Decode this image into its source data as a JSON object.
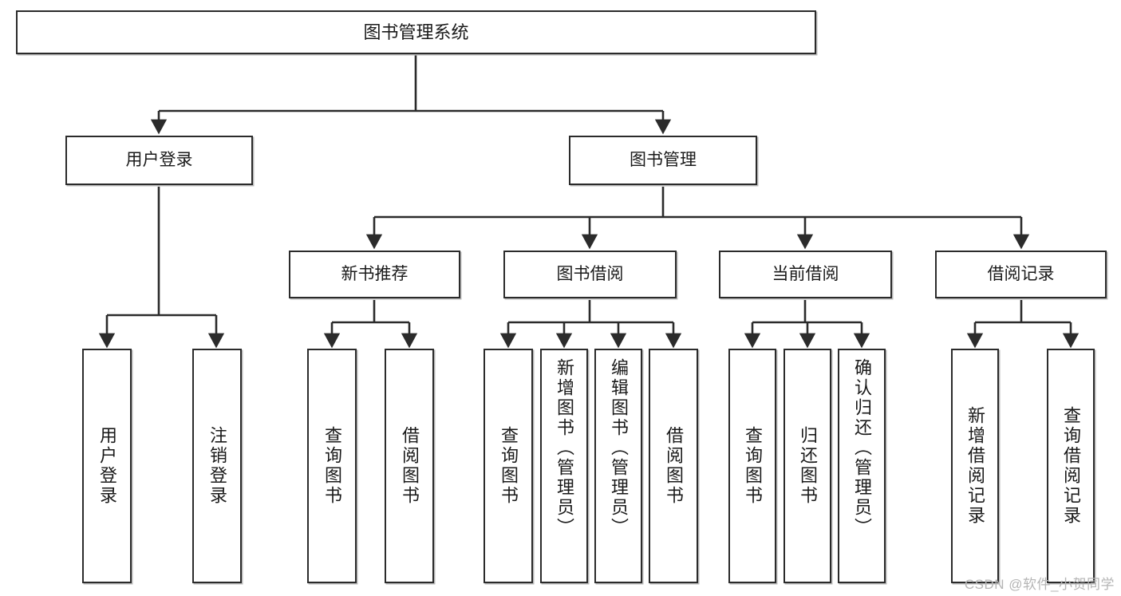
{
  "diagram": {
    "title": "图书管理系统",
    "watermark": "CSDN @软件_小贺同学",
    "colors": {
      "node_border": "#2b2b2b",
      "node_fill": "#ffffff",
      "edge": "#2b2b2b",
      "text": "#1a1a1a",
      "watermark": "#b5b5b5"
    },
    "levels": {
      "root": "图书管理系统",
      "level2": [
        "用户登录",
        "图书管理"
      ],
      "level3": [
        "新书推荐",
        "图书借阅",
        "当前借阅",
        "借阅记录"
      ]
    }
  },
  "chart_data": {
    "type": "tree",
    "title": "图书管理系统",
    "orientation": "top-down",
    "nodes": [
      {
        "id": "n0",
        "label": "图书管理系统",
        "level": 0,
        "parent": null,
        "orientation": "horizontal"
      },
      {
        "id": "n1",
        "label": "用户登录",
        "level": 1,
        "parent": "n0",
        "orientation": "horizontal"
      },
      {
        "id": "n2",
        "label": "图书管理",
        "level": 1,
        "parent": "n0",
        "orientation": "horizontal"
      },
      {
        "id": "n3",
        "label": "新书推荐",
        "level": 2,
        "parent": "n2",
        "orientation": "horizontal"
      },
      {
        "id": "n4",
        "label": "图书借阅",
        "level": 2,
        "parent": "n2",
        "orientation": "horizontal"
      },
      {
        "id": "n5",
        "label": "当前借阅",
        "level": 2,
        "parent": "n2",
        "orientation": "horizontal"
      },
      {
        "id": "n6",
        "label": "借阅记录",
        "level": 2,
        "parent": "n2",
        "orientation": "horizontal"
      },
      {
        "id": "n7",
        "label": "用户登录",
        "level": 2,
        "parent": "n1",
        "orientation": "vertical"
      },
      {
        "id": "n8",
        "label": "注销登录",
        "level": 2,
        "parent": "n1",
        "orientation": "vertical"
      },
      {
        "id": "n9",
        "label": "查询图书",
        "level": 3,
        "parent": "n3",
        "orientation": "vertical"
      },
      {
        "id": "n10",
        "label": "借阅图书",
        "level": 3,
        "parent": "n3",
        "orientation": "vertical"
      },
      {
        "id": "n11",
        "label": "查询图书",
        "level": 3,
        "parent": "n4",
        "orientation": "vertical"
      },
      {
        "id": "n12",
        "label": "新增图书（管理员）",
        "level": 3,
        "parent": "n4",
        "orientation": "vertical"
      },
      {
        "id": "n13",
        "label": "编辑图书（管理员）",
        "level": 3,
        "parent": "n4",
        "orientation": "vertical"
      },
      {
        "id": "n14",
        "label": "借阅图书",
        "level": 3,
        "parent": "n4",
        "orientation": "vertical"
      },
      {
        "id": "n15",
        "label": "查询图书",
        "level": 3,
        "parent": "n5",
        "orientation": "vertical"
      },
      {
        "id": "n16",
        "label": "归还图书",
        "level": 3,
        "parent": "n5",
        "orientation": "vertical"
      },
      {
        "id": "n17",
        "label": "确认归还（管理员）",
        "level": 3,
        "parent": "n5",
        "orientation": "vertical"
      },
      {
        "id": "n18",
        "label": "新增借阅记录",
        "level": 3,
        "parent": "n6",
        "orientation": "vertical"
      },
      {
        "id": "n19",
        "label": "查询借阅记录",
        "level": 3,
        "parent": "n6",
        "orientation": "vertical"
      }
    ],
    "edges": [
      {
        "from": "n0",
        "to": "n1"
      },
      {
        "from": "n0",
        "to": "n2"
      },
      {
        "from": "n1",
        "to": "n7"
      },
      {
        "from": "n1",
        "to": "n8"
      },
      {
        "from": "n2",
        "to": "n3"
      },
      {
        "from": "n2",
        "to": "n4"
      },
      {
        "from": "n2",
        "to": "n5"
      },
      {
        "from": "n2",
        "to": "n6"
      },
      {
        "from": "n3",
        "to": "n9"
      },
      {
        "from": "n3",
        "to": "n10"
      },
      {
        "from": "n4",
        "to": "n11"
      },
      {
        "from": "n4",
        "to": "n12"
      },
      {
        "from": "n4",
        "to": "n13"
      },
      {
        "from": "n4",
        "to": "n14"
      },
      {
        "from": "n5",
        "to": "n15"
      },
      {
        "from": "n5",
        "to": "n16"
      },
      {
        "from": "n5",
        "to": "n17"
      },
      {
        "from": "n6",
        "to": "n18"
      },
      {
        "from": "n6",
        "to": "n19"
      }
    ]
  }
}
